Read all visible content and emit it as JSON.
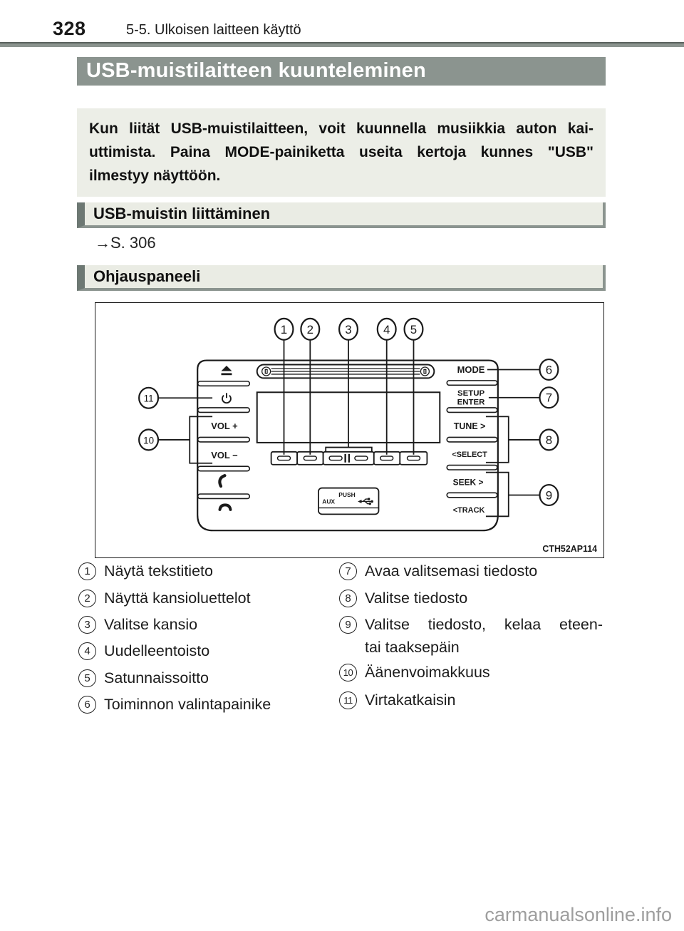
{
  "page_header": {
    "page_number": "328",
    "chapter": "5-5. Ulkoisen laitteen käyttö"
  },
  "title_bar": {
    "title": "USB-muistilaitteen kuunteleminen"
  },
  "intro_box": {
    "lines": [
      "Kun liität USB-muistilaitteen, voit kuunnella musiikkia auton kai-",
      "uttimista. Paina MODE-painiketta useita kertoja kunnes \"USB\"",
      "ilmestyy näyttöön."
    ]
  },
  "sections": {
    "connect": {
      "heading": "USB-muistin liittäminen",
      "reference": "→S. 306"
    },
    "panel": {
      "heading": "Ohjauspaneeli"
    }
  },
  "diagram": {
    "figure_code": "CTH52AP114",
    "panel_labels": {
      "mode": "MODE",
      "setup": "SETUP",
      "enter": "ENTER",
      "tune": "TUNE >",
      "select": "<SELECT",
      "seek": "SEEK >",
      "track": "<TRACK",
      "vol_plus": "VOL +",
      "vol_minus": "VOL −",
      "push": "PUSH",
      "aux": "AUX"
    },
    "callout_numbers": {
      "c1": "1",
      "c2": "2",
      "c3": "3",
      "c4": "4",
      "c5": "5",
      "c6": "6",
      "c7": "7",
      "c8": "8",
      "c9": "9",
      "c10": "10",
      "c11": "11"
    }
  },
  "legend": {
    "items": [
      {
        "num": "1",
        "label": "Näytä tekstitieto"
      },
      {
        "num": "2",
        "label": "Näyttä kansioluettelot"
      },
      {
        "num": "3",
        "label": "Valitse kansio"
      },
      {
        "num": "4",
        "label": "Uudelleentoisto"
      },
      {
        "num": "5",
        "label": "Satunnaissoitto"
      },
      {
        "num": "6",
        "label": "Toiminnon valintapainike"
      },
      {
        "num": "7",
        "label": "Avaa valitsemasi tiedosto"
      },
      {
        "num": "8",
        "label": "Valitse tiedosto"
      },
      {
        "num": "9",
        "label": "Valitse tiedosto, kelaa eteen-",
        "label2": "tai taaksepäin"
      },
      {
        "num": "10",
        "label": "Äänenvoimakkuus"
      },
      {
        "num": "11",
        "label": "Virtakatkaisin"
      }
    ]
  },
  "watermark": "carmanualsonline.info",
  "colors": {
    "accent_gray_green": "#8b948f",
    "section_heading_bg": "#eaece4",
    "intro_box_bg": "#eceee7",
    "heading_accent_bar": "#6d7873",
    "line_art": "#1a1a1a",
    "watermark_gray": "#9e9e9e"
  }
}
